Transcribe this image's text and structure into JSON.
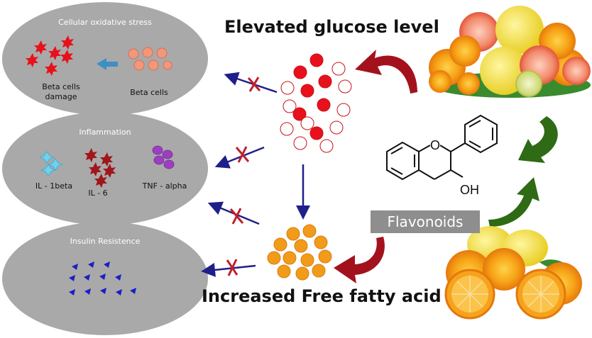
{
  "titles": {
    "glucose": "Elevated glucose level",
    "ffa": "Increased Free fatty acid"
  },
  "panels": {
    "oxidative": {
      "title": "Cellular oxidative stress",
      "damage_label": "Beta cells\ndamage",
      "beta_label": "Beta cells"
    },
    "inflammation": {
      "title": "Inflammation",
      "il1_label": "IL - 1beta",
      "il6_label": "IL - 6",
      "tnf_label": "TNF - alpha"
    },
    "insulin": {
      "title": "Insulin Resistence"
    }
  },
  "molecule": {
    "o_label": "O",
    "oh_label": "OH"
  },
  "flavonoids_label": "Flavonoids",
  "colors": {
    "ellipse": "#a9a9a9",
    "red_cell": "#e8111b",
    "salmon_cell": "#f2987a",
    "cyan_cell": "#6fd3f0",
    "maroon_cell": "#a1151b",
    "purple_cell": "#9b3fbf",
    "blue_mark": "#1820c8",
    "orange_cell": "#f29a1a",
    "dark_red_arrow": "#a3121c",
    "green_arrow": "#2f6a14",
    "navy_arrow": "#1f1f8a",
    "cross": "#c0202a"
  }
}
